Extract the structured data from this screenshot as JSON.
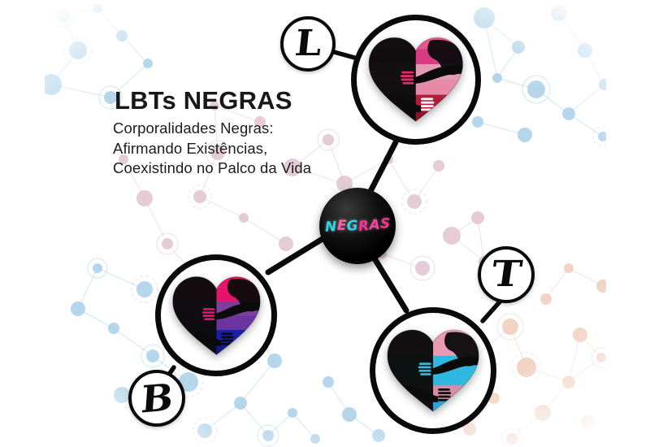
{
  "poster": {
    "title_main": "LBTs NEGRAS",
    "subtitle_lines": [
      "Corporalidades Negras:",
      "Afirmando Existências,",
      "Coexistindo no Palco da Vida"
    ]
  },
  "hub": {
    "label": "NEGRAS",
    "letters": [
      {
        "char": "N",
        "color": "#2fd4e8"
      },
      {
        "char": "E",
        "color": "#ff5fa8"
      },
      {
        "char": "G",
        "color": "#2fd4e8"
      },
      {
        "char": "R",
        "color": "#ff2f8f"
      },
      {
        "char": "A",
        "color": "#ff3f9d"
      },
      {
        "char": "S",
        "color": "#ff2f8f"
      }
    ],
    "background_color": "#000000"
  },
  "nodes": [
    {
      "id": "lesbian",
      "badge_letter": "L",
      "heart_name": "lesbian-pride-heart",
      "stripes": [
        "#e7568f",
        "#d63b84",
        "#e39ab4",
        "#e68aa8",
        "#b01e3c",
        "#8c1226"
      ],
      "hand_color": "#0a0a0a",
      "dark_half_color": "#0b0b0b"
    },
    {
      "id": "bisexual",
      "badge_letter": "B",
      "heart_name": "bisexual-pride-heart",
      "stripes": [
        "#e6136b",
        "#e6136b",
        "#7b3f9e",
        "#6b35a0",
        "#1a1ea8",
        "#131a90"
      ],
      "hand_color": "#0a0a0a",
      "dark_half_color": "#0b0b0b"
    },
    {
      "id": "transgender",
      "badge_letter": "T",
      "heart_name": "transgender-pride-heart",
      "stripes": [
        "#eb9ab4",
        "#eb9ab4",
        "#2fb8e0",
        "#2fb8e0",
        "#dd8aa6",
        "#22a8d8"
      ],
      "hand_color": "#0a0a0a",
      "dark_half_color": "#0b0b0b"
    }
  ],
  "colors": {
    "background": "#ffffff",
    "ink": "#0a0a0a",
    "network_blue": "#a9cfe8",
    "network_pink": "#e0c3cf",
    "network_peach": "#f0cdbc"
  },
  "background_network": {
    "name": "node-graph-pattern",
    "blue_nodes": [
      [
        78,
        18,
        9
      ],
      [
        120,
        10,
        6
      ],
      [
        150,
        44,
        7
      ],
      [
        96,
        62,
        11
      ],
      [
        182,
        78,
        6
      ],
      [
        63,
        104,
        13
      ],
      [
        136,
        120,
        8
      ],
      [
        596,
        22,
        13
      ],
      [
        638,
        58,
        8
      ],
      [
        688,
        16,
        10
      ],
      [
        720,
        62,
        9
      ],
      [
        744,
        104,
        7
      ],
      [
        660,
        110,
        11
      ],
      [
        612,
        96,
        6
      ],
      [
        700,
        140,
        8
      ],
      [
        742,
        168,
        6
      ],
      [
        588,
        150,
        7
      ],
      [
        646,
        166,
        9
      ],
      [
        300,
        392,
        11
      ],
      [
        262,
        428,
        7
      ],
      [
        338,
        444,
        9
      ],
      [
        232,
        470,
        12
      ],
      [
        296,
        496,
        8
      ],
      [
        360,
        508,
        6
      ],
      [
        188,
        438,
        8
      ],
      [
        150,
        486,
        10
      ],
      [
        196,
        512,
        7
      ],
      [
        252,
        530,
        9
      ],
      [
        404,
        470,
        7
      ],
      [
        430,
        510,
        9
      ],
      [
        120,
        330,
        6
      ],
      [
        96,
        380,
        9
      ],
      [
        140,
        404,
        7
      ],
      [
        178,
        356,
        10
      ],
      [
        388,
        540,
        6
      ],
      [
        466,
        536,
        8
      ],
      [
        330,
        536,
        7
      ]
    ],
    "pink_nodes": [
      [
        268,
        188,
        9
      ],
      [
        320,
        150,
        7
      ],
      [
        360,
        206,
        11
      ],
      [
        246,
        242,
        8
      ],
      [
        300,
        268,
        6
      ],
      [
        352,
        300,
        9
      ],
      [
        404,
        172,
        7
      ],
      [
        424,
        226,
        10
      ],
      [
        478,
        196,
        6
      ],
      [
        510,
        248,
        9
      ],
      [
        540,
        204,
        7
      ],
      [
        556,
        290,
        11
      ],
      [
        206,
        300,
        7
      ],
      [
        178,
        244,
        10
      ],
      [
        152,
        196,
        6
      ],
      [
        236,
        334,
        8
      ],
      [
        264,
        130,
        6
      ],
      [
        596,
        322,
        7
      ],
      [
        520,
        330,
        9
      ],
      [
        470,
        312,
        6
      ],
      [
        588,
        268,
        8
      ]
    ],
    "peach_nodes": [
      [
        628,
        402,
        10
      ],
      [
        672,
        368,
        7
      ],
      [
        714,
        412,
        9
      ],
      [
        648,
        452,
        12
      ],
      [
        596,
        430,
        7
      ],
      [
        700,
        470,
        8
      ],
      [
        740,
        440,
        6
      ],
      [
        668,
        508,
        10
      ],
      [
        608,
        490,
        7
      ],
      [
        724,
        520,
        9
      ],
      [
        560,
        470,
        6
      ],
      [
        578,
        528,
        8
      ],
      [
        630,
        540,
        7
      ],
      [
        742,
        352,
        8
      ],
      [
        700,
        330,
        6
      ],
      [
        760,
        490,
        7
      ],
      [
        530,
        516,
        6
      ]
    ]
  }
}
